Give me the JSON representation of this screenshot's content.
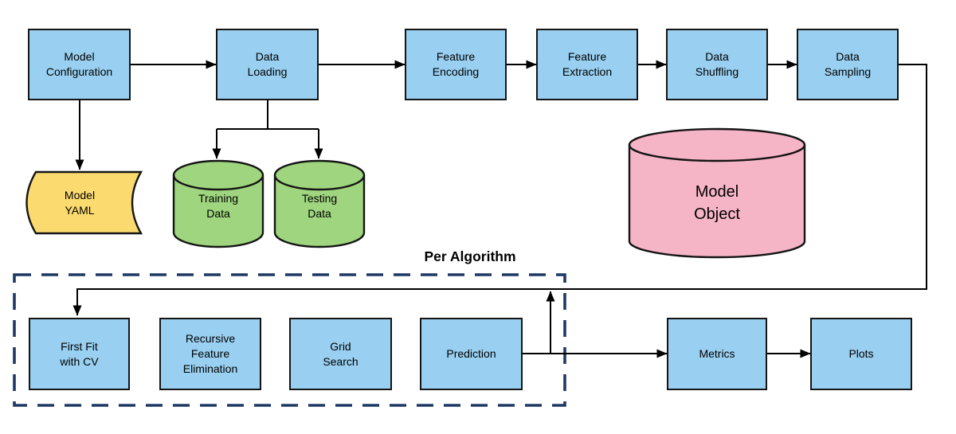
{
  "group": {
    "label": "Per Algorithm"
  },
  "nodes": {
    "model_configuration": "Model\nConfiguration",
    "data_loading": "Data\nLoading",
    "feature_encoding": "Feature\nEncoding",
    "feature_extraction": "Feature\nExtraction",
    "data_shuffling": "Data\nShuffling",
    "data_sampling": "Data\nSampling",
    "model_yaml": "Model\nYAML",
    "training_data": "Training\nData",
    "testing_data": "Testing\nData",
    "model_object": "Model\nObject",
    "first_fit": "First Fit\nwith CV",
    "recursive_feature_elimination": "Recursive\nFeature\nElimination",
    "grid_search": "Grid\nSearch",
    "prediction": "Prediction",
    "metrics": "Metrics",
    "plots": "Plots"
  },
  "colors": {
    "process_fill": "#99CFF0",
    "datastore_green": "#9ED57E",
    "model_pink": "#F5B5C7",
    "yaml_yellow": "#FBDB6F",
    "group_border": "#1F3864",
    "connector": "#000000"
  }
}
